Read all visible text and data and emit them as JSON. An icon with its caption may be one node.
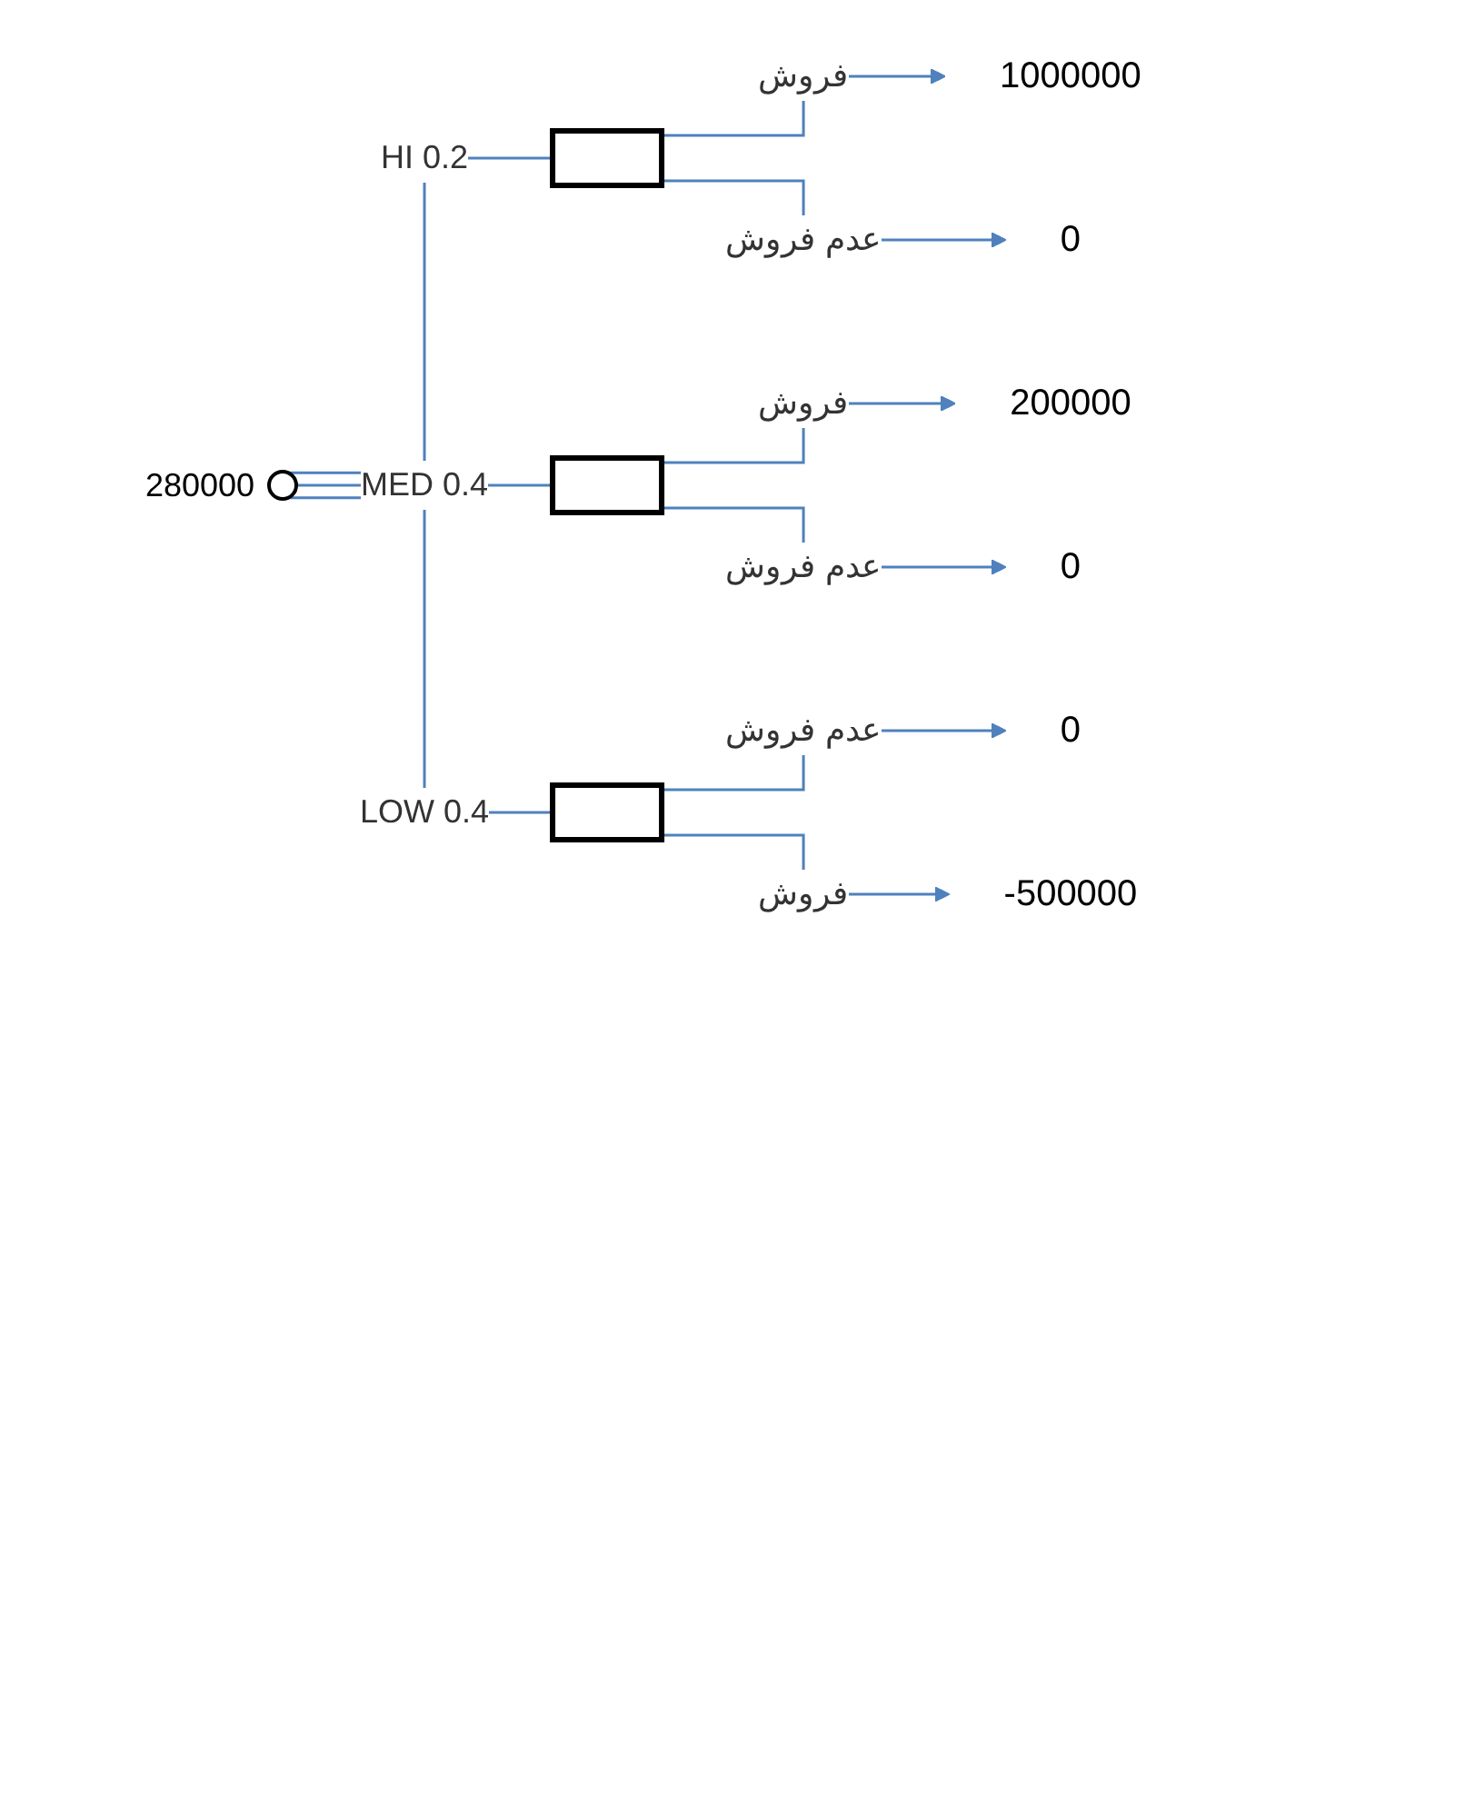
{
  "diagram": {
    "nodes": [
      {
        "text": [],
        "shape": "circle",
        "beside": [
          "280000"
        ]
      },
      {
        "text": [],
        "shape": "box"
      },
      {
        "text": [],
        "shape": "box"
      },
      {
        "text": [],
        "shape": "box"
      },
      {
        "text": [
          "1000000"
        ]
      },
      {
        "text": [
          "0"
        ]
      },
      {
        "text": [
          "200000"
        ]
      },
      {
        "text": [
          "0"
        ]
      },
      {
        "text": [
          "0"
        ]
      },
      {
        "text": [
          "-500000"
        ]
      }
    ],
    "edges": [
      {
        "from": 0,
        "to": 1,
        "arrow": "none",
        "label": "HI 0.2"
      },
      {
        "from": 0,
        "to": 2,
        "arrow": "none",
        "label": "MED 0.4"
      },
      {
        "from": 0,
        "to": 3,
        "arrow": "none",
        "label": "LOW 0.4"
      },
      {
        "from": 1,
        "to": 4,
        "arrow": "to",
        "label": "فروش"
      },
      {
        "from": 1,
        "to": 5,
        "arrow": "to",
        "label": "عدم فروش"
      },
      {
        "from": 2,
        "to": 6,
        "arrow": "to",
        "label": "فروش"
      },
      {
        "from": 2,
        "to": 7,
        "arrow": "to",
        "label": "عدم فروش"
      },
      {
        "from": 3,
        "to": 8,
        "arrow": "to",
        "label": "عدم فروش"
      },
      {
        "from": 3,
        "to": 9,
        "arrow": "to",
        "label": "فروش"
      }
    ]
  }
}
